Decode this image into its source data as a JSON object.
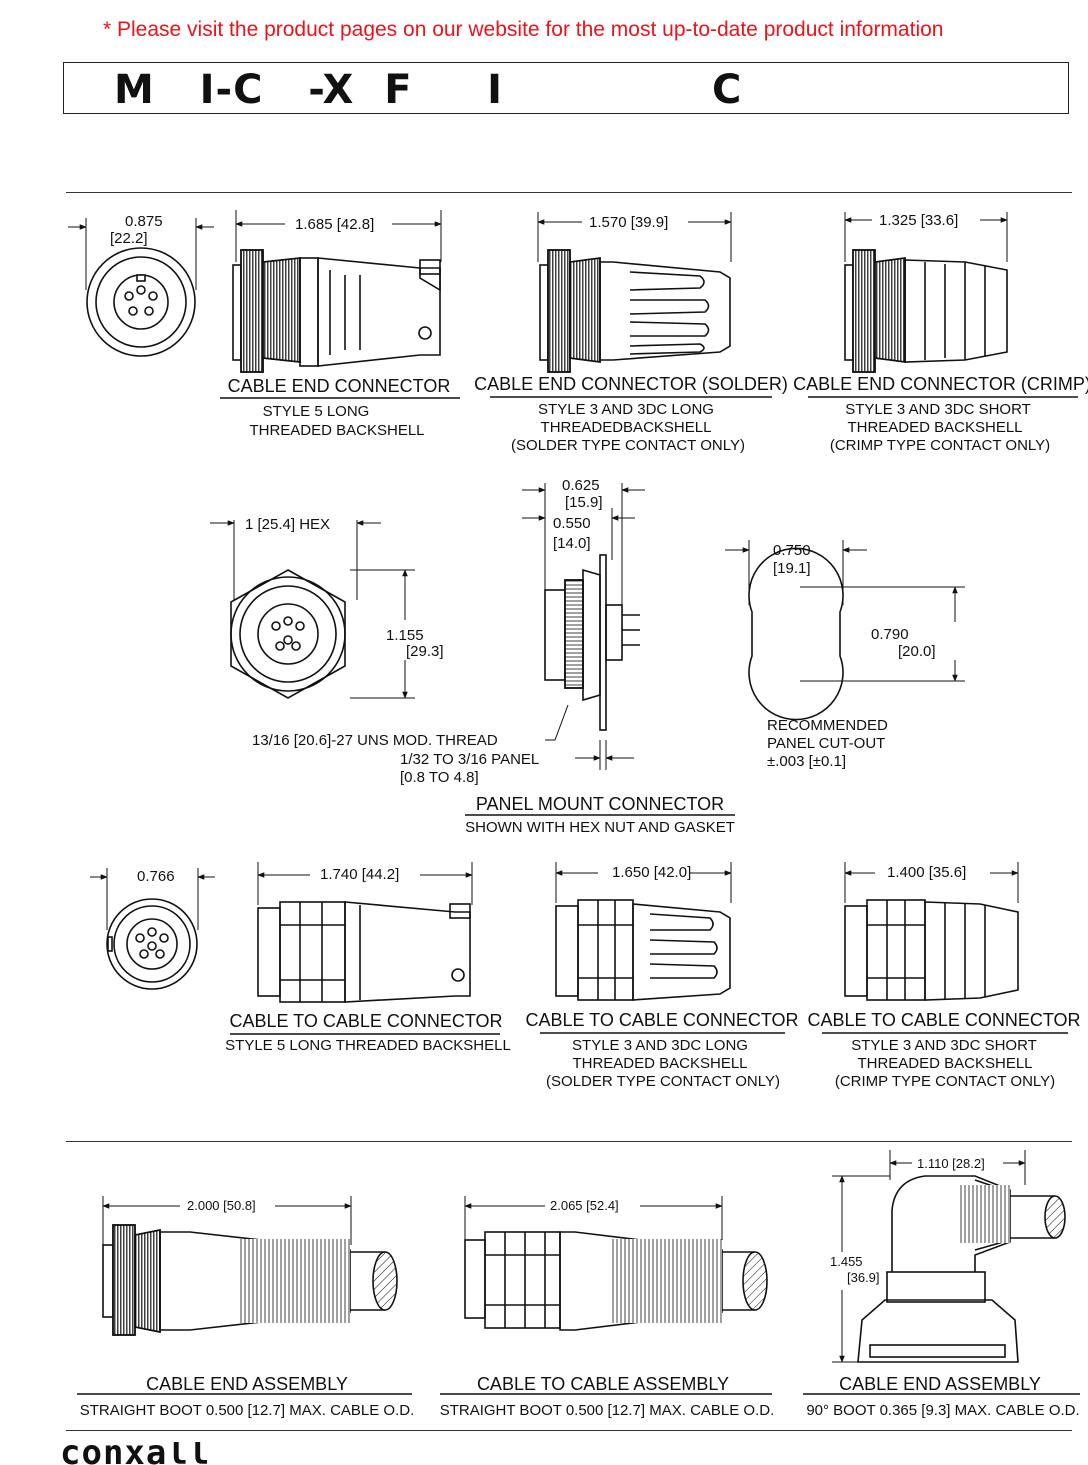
{
  "header": {
    "notice": "* Please visit the product pages on our website for the most up-to-date product information",
    "title": "M   I-C   -X  F     I              C"
  },
  "dims": {
    "d0875": "0.875",
    "d222": "[22.2]",
    "d1685": "1.685 [42.8]",
    "d1570": "1.570 [39.9]",
    "d1325": "1.325 [33.6]",
    "d1hex": "1 [25.4] HEX",
    "d1155": "1.155",
    "d293": "[29.3]",
    "d0625": "0.625",
    "d159": "[15.9]",
    "d0550": "0.550",
    "d140": "[14.0]",
    "thread": "13/16  [20.6]-27 UNS MOD. THREAD",
    "panel": "1/32  TO 3/16  PANEL",
    "panel_mm": "[0.8 TO 4.8]",
    "d0750": "0.750",
    "d191": "[19.1]",
    "d0790": "0.790",
    "d200": "[20.0]",
    "rec1": "RECOMMENDED",
    "rec2": "PANEL CUT-OUT",
    "rec3": "±.003 [±0.1]",
    "d0766": "0.766",
    "d1740": "1.740 [44.2]",
    "d1650": "1.650 [42.0]",
    "d1400": "1.400 [35.6]",
    "d2000": "2.000 [50.8]",
    "d2065": "2.065 [52.4]",
    "d1110": "1.110 [28.2]",
    "d1455": "1.455",
    "d369": "[36.9]"
  },
  "captions": {
    "c1_title": "CABLE END CONNECTOR",
    "c1_l1": "STYLE 5 LONG",
    "c1_l2": "THREADED BACKSHELL",
    "c2_title": "CABLE END CONNECTOR (SOLDER)",
    "c2_l1": "STYLE 3 AND 3DC LONG",
    "c2_l2": "THREADEDBACKSHELL",
    "c2_l3": "(SOLDER TYPE CONTACT ONLY)",
    "c3_title": "CABLE END CONNECTOR (CRIMP)",
    "c3_l1": "STYLE 3 AND 3DC SHORT",
    "c3_l2": "THREADED BACKSHELL",
    "c3_l3": "(CRIMP TYPE CONTACT ONLY)",
    "c4_title": "PANEL MOUNT CONNECTOR",
    "c4_l1": "SHOWN WITH HEX NUT AND GASKET",
    "c5_title": "CABLE TO CABLE CONNECTOR",
    "c5_l1": "STYLE 5 LONG THREADED BACKSHELL",
    "c6_title": "CABLE TO CABLE CONNECTOR",
    "c6_l1": "STYLE 3 AND 3DC LONG",
    "c6_l2": "THREADED BACKSHELL",
    "c6_l3": "(SOLDER TYPE CONTACT ONLY)",
    "c7_title": "CABLE TO CABLE CONNECTOR",
    "c7_l1": "STYLE 3 AND 3DC SHORT",
    "c7_l2": "THREADED BACKSHELL",
    "c7_l3": "(CRIMP TYPE CONTACT ONLY)",
    "c8_title": "CABLE END ASSEMBLY",
    "c8_l1": "STRAIGHT BOOT 0.500 [12.7] MAX. CABLE O.D.",
    "c9_title": "CABLE TO CABLE ASSEMBLY",
    "c9_l1": "STRAIGHT BOOT 0.500 [12.7] MAX. CABLE O.D.",
    "c10_title": "CABLE END ASSEMBLY",
    "c10_l1": "90° BOOT 0.365 [9.3] MAX. CABLE O.D."
  },
  "footer": {
    "logo": "conxall"
  }
}
